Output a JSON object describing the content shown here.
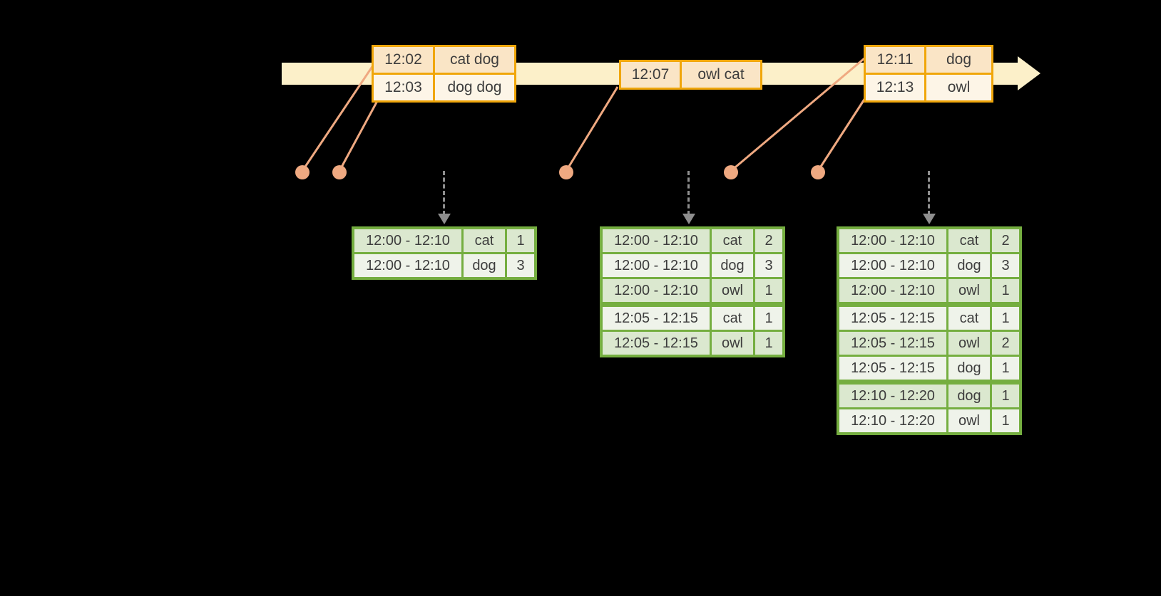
{
  "colors": {
    "background": "#000000",
    "timeline_fill": "#fcf0c9",
    "event_table_border": "#f0a60a",
    "event_row_dark": "#fae5c6",
    "event_row_light": "#fdf5e7",
    "connector_salmon": "#efa981",
    "trigger_arrow_gray": "#8e8e8e",
    "result_table_border": "#75ae40",
    "result_row_dark": "#dbe8cf",
    "result_row_light": "#eff3ea",
    "text": "#3d3d3d"
  },
  "icons": {
    "timeline_arrowhead": "right-arrow",
    "event_marker": "filled-dot",
    "trigger_arrow": "dashed-down-arrow"
  },
  "event_tables": [
    {
      "rows": [
        {
          "time": "12:02",
          "words": "cat dog"
        },
        {
          "time": "12:03",
          "words": "dog dog"
        }
      ]
    },
    {
      "rows": [
        {
          "time": "12:07",
          "words": "owl cat"
        }
      ]
    },
    {
      "rows": [
        {
          "time": "12:11",
          "words": "dog"
        },
        {
          "time": "12:13",
          "words": "owl"
        }
      ]
    }
  ],
  "result_tables": [
    {
      "rows": [
        {
          "window": "12:00 - 12:10",
          "word": "cat",
          "count": "1"
        },
        {
          "window": "12:00 - 12:10",
          "word": "dog",
          "count": "3"
        }
      ]
    },
    {
      "rows": [
        {
          "window": "12:00 - 12:10",
          "word": "cat",
          "count": "2"
        },
        {
          "window": "12:00 - 12:10",
          "word": "dog",
          "count": "3"
        },
        {
          "window": "12:00 - 12:10",
          "word": "owl",
          "count": "1"
        },
        {
          "window": "12:05 - 12:15",
          "word": "cat",
          "count": "1"
        },
        {
          "window": "12:05 - 12:15",
          "word": "owl",
          "count": "1"
        }
      ]
    },
    {
      "rows": [
        {
          "window": "12:00 - 12:10",
          "word": "cat",
          "count": "2"
        },
        {
          "window": "12:00 - 12:10",
          "word": "dog",
          "count": "3"
        },
        {
          "window": "12:00 - 12:10",
          "word": "owl",
          "count": "1"
        },
        {
          "window": "12:05 - 12:15",
          "word": "cat",
          "count": "1"
        },
        {
          "window": "12:05 - 12:15",
          "word": "owl",
          "count": "2"
        },
        {
          "window": "12:05 - 12:15",
          "word": "dog",
          "count": "1"
        },
        {
          "window": "12:10 - 12:20",
          "word": "dog",
          "count": "1"
        },
        {
          "window": "12:10 - 12:20",
          "word": "owl",
          "count": "1"
        }
      ]
    }
  ]
}
